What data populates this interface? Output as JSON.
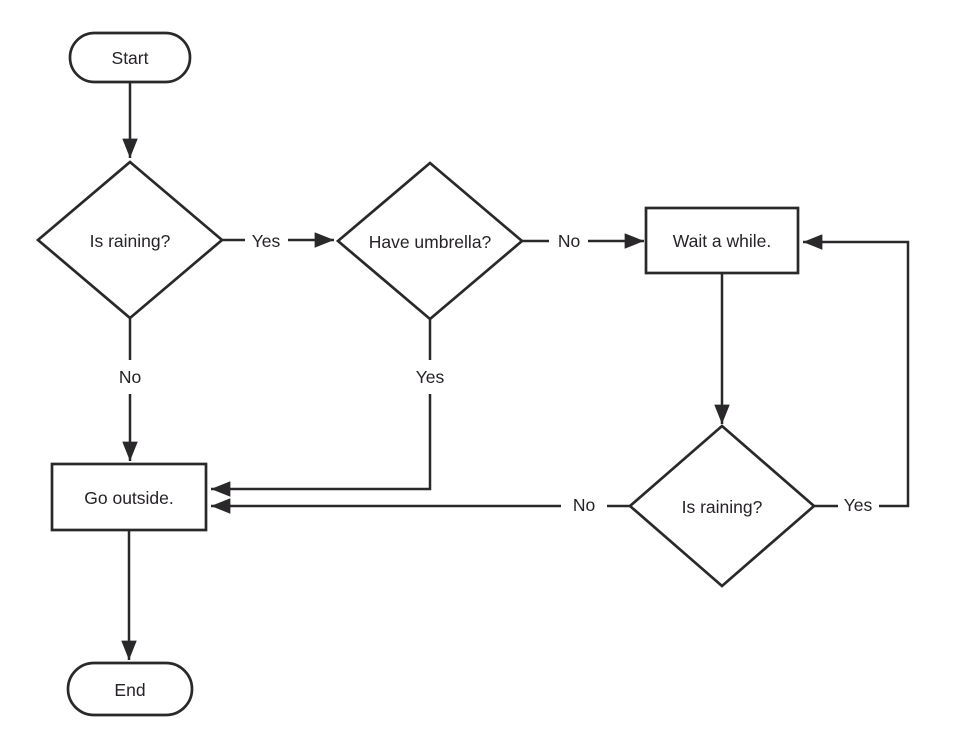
{
  "diagram": {
    "type": "flowchart",
    "colors": {
      "ink": "#2a282b",
      "background": "#ffffff"
    },
    "nodes": {
      "start": {
        "label": "Start",
        "shape": "terminator"
      },
      "is_raining_1": {
        "label": "Is raining?",
        "shape": "decision"
      },
      "have_umbrella": {
        "label": "Have umbrella?",
        "shape": "decision"
      },
      "wait_a_while": {
        "label": "Wait a while.",
        "shape": "process"
      },
      "go_outside": {
        "label": "Go outside.",
        "shape": "process"
      },
      "is_raining_2": {
        "label": "Is raining?",
        "shape": "decision"
      },
      "end": {
        "label": "End",
        "shape": "terminator"
      }
    },
    "edges": [
      {
        "id": "start-to-is-raining-1",
        "from": "start",
        "to": "is_raining_1",
        "label": ""
      },
      {
        "id": "is-raining-1-yes",
        "from": "is_raining_1",
        "to": "have_umbrella",
        "label": "Yes"
      },
      {
        "id": "is-raining-1-no",
        "from": "is_raining_1",
        "to": "go_outside",
        "label": "No"
      },
      {
        "id": "have-umbrella-no",
        "from": "have_umbrella",
        "to": "wait_a_while",
        "label": "No"
      },
      {
        "id": "have-umbrella-yes",
        "from": "have_umbrella",
        "to": "go_outside",
        "label": "Yes"
      },
      {
        "id": "wait-to-is-raining-2",
        "from": "wait_a_while",
        "to": "is_raining_2",
        "label": ""
      },
      {
        "id": "is-raining-2-no",
        "from": "is_raining_2",
        "to": "go_outside",
        "label": "No"
      },
      {
        "id": "is-raining-2-yes",
        "from": "is_raining_2",
        "to": "wait_a_while",
        "label": "Yes"
      },
      {
        "id": "go-outside-to-end",
        "from": "go_outside",
        "to": "end",
        "label": ""
      }
    ]
  }
}
